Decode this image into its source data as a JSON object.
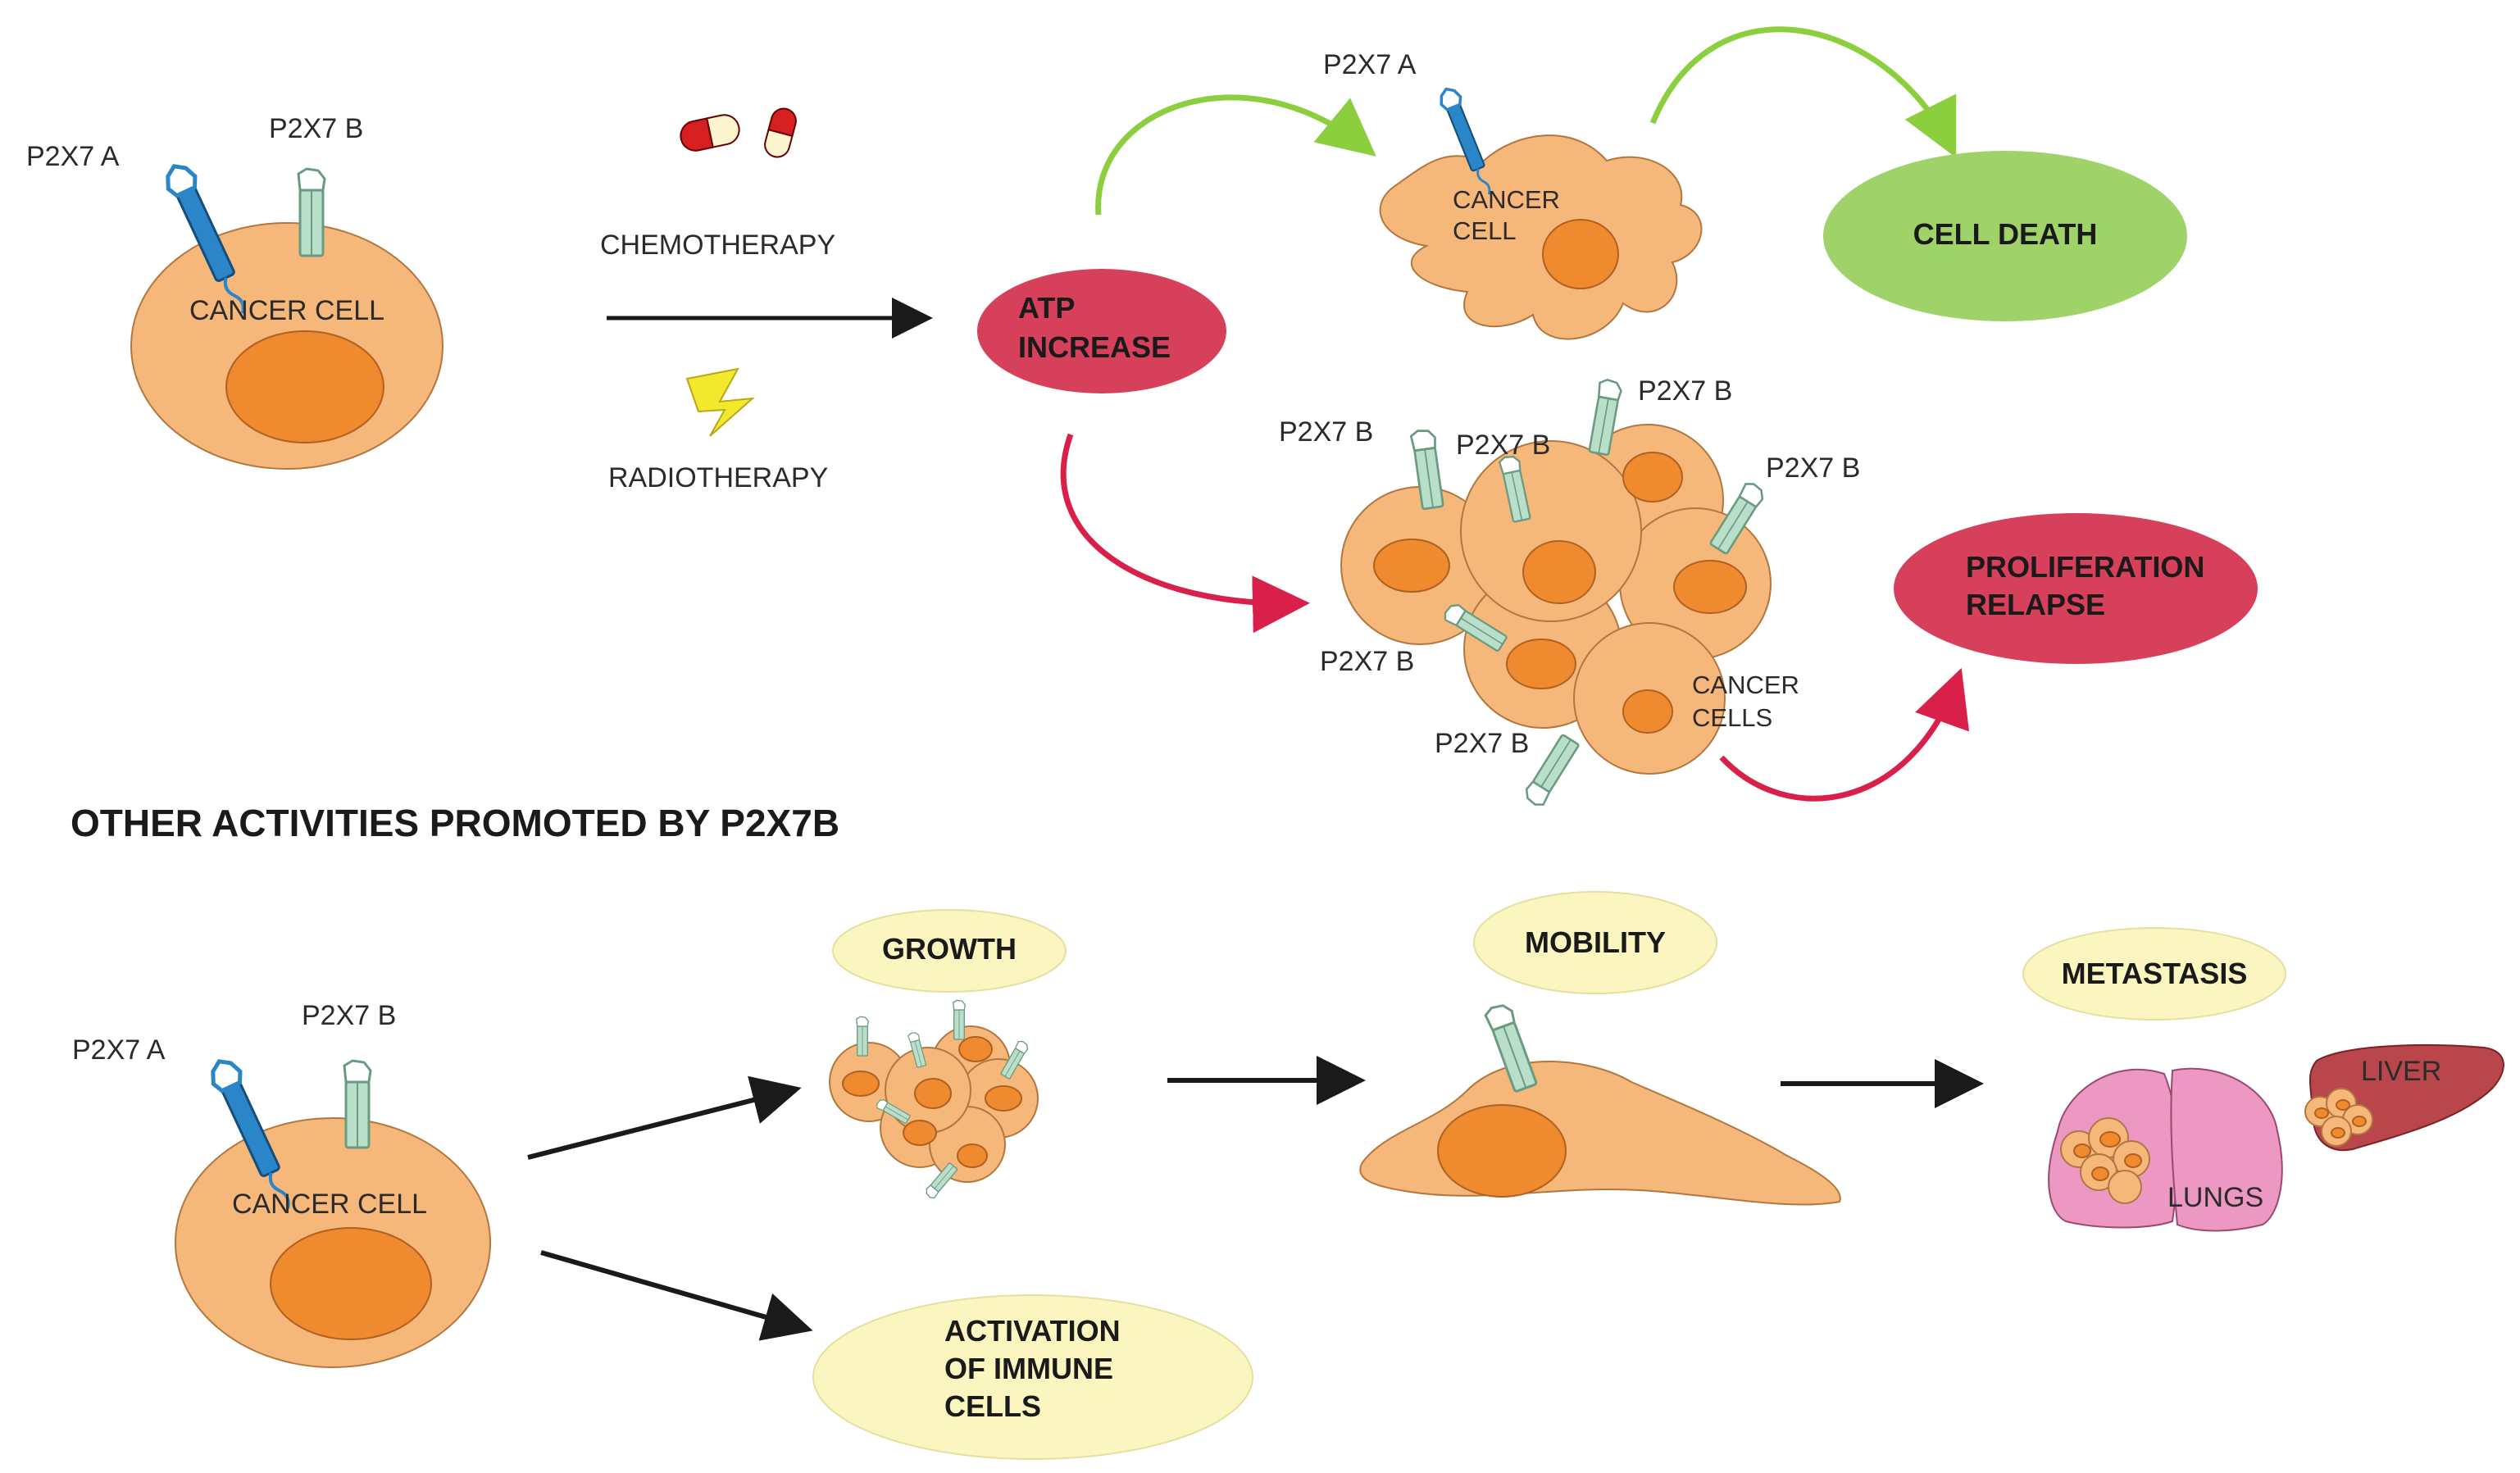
{
  "top": {
    "left_cell": {
      "label": "CANCER CELL",
      "receptor_a": "P2X7 A",
      "receptor_b": "P2X7 B"
    },
    "treatments": {
      "chemo": "CHEMOTHERAPY",
      "radio": "RADIOTHERAPY"
    },
    "atp": {
      "line1": "ATP",
      "line2": "INCREASE"
    },
    "upper_cell": {
      "receptor": "P2X7 A",
      "line1": "CANCER",
      "line2": "CELL"
    },
    "death": {
      "label": "CELL DEATH"
    },
    "cluster": {
      "receptors": [
        "P2X7 B",
        "P2X7 B",
        "P2X7 B",
        "P2X7 B",
        "P2X7 B",
        "P2X7 B"
      ],
      "line1": "CANCER",
      "line2": "CELLS"
    },
    "proliferation": {
      "line1": "PROLIFERATION",
      "line2": "RELAPSE"
    }
  },
  "section_title": "OTHER ACTIVITIES PROMOTED BY P2X7B",
  "bottom": {
    "left_cell": {
      "label": "CANCER CELL",
      "receptor_a": "P2X7 A",
      "receptor_b": "P2X7 B"
    },
    "growth": "GROWTH",
    "mobility": "MOBILITY",
    "metastasis": "METASTASIS",
    "lungs": "LUNGS",
    "liver": "LIVER",
    "immune": {
      "line1": "ACTIVATION",
      "line2": "OF IMMUNE",
      "line3": "CELLS"
    }
  },
  "colors": {
    "cell": "#f5b77a",
    "nucleus": "#ef8a2e",
    "atp": "#d6405a",
    "death": "#9fd36a",
    "activity": "#fbf6bf",
    "green_arrow": "#8ccf3e",
    "red_arrow": "#d8204a",
    "receptor_a": "#2a86c8",
    "receptor_b": "#b9dfcb",
    "lungs": "#ec98c2",
    "liver": "#b8464a"
  }
}
